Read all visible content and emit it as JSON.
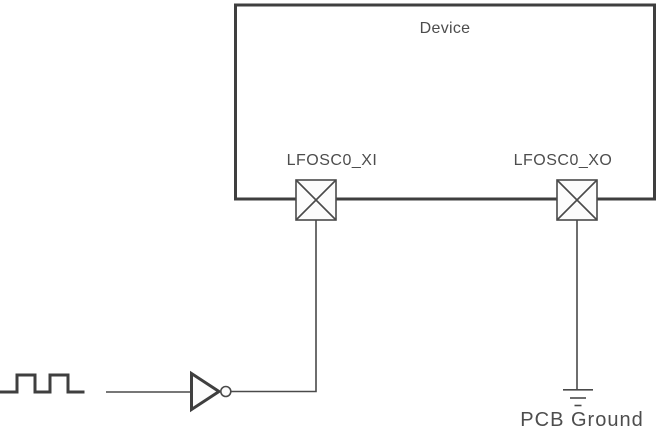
{
  "schematic": {
    "device": {
      "label": "Device"
    },
    "pins": [
      {
        "label": "LFOSC0_XI"
      },
      {
        "label": "LFOSC0_XO"
      }
    ],
    "ground": {
      "label": "PCB Ground"
    }
  },
  "icons": {
    "clock_signal": "square-wave-icon",
    "inverter": "not-gate-icon",
    "pin_xi": "crossed-square-pad-icon",
    "pin_xo": "crossed-square-pad-icon",
    "ground": "earth-ground-icon"
  },
  "colors": {
    "line": "#3f3f3f",
    "wire": "#4a4a4a",
    "text": "#4d4d4d",
    "shapefill": "#fcfcfc",
    "background": "#ffffff"
  }
}
